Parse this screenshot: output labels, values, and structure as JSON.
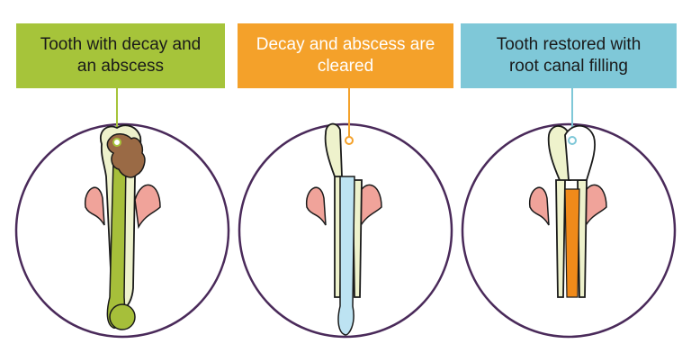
{
  "panels": [
    {
      "caption": "Tooth with decay and\nan abscess",
      "caption_bg": "#a6c43a",
      "caption_fg": "#1a1a1a",
      "pointer_color": "#a6c43a",
      "state": "decayed"
    },
    {
      "caption": "Decay and abscess are\ncleared",
      "caption_bg": "#f4a12a",
      "caption_fg": "#ffffff",
      "pointer_color": "#f4a12a",
      "state": "cleared"
    },
    {
      "caption": "Tooth restored with\nroot canal filling",
      "caption_bg": "#7fc8d8",
      "caption_fg": "#1a1a1a",
      "pointer_color": "#7fc8d8",
      "state": "restored"
    }
  ],
  "colors": {
    "circle_outline": "#4a2a5a",
    "gum": "#f0a39a",
    "tooth": "#eef2cc",
    "enamel": "#ffffff",
    "decay": "#9a6a45",
    "pulp_decayed": "#a6bf3a",
    "pulp_cleared": "#bde3f2",
    "filling": "#f08a1a",
    "outline": "#1a1a1a"
  }
}
